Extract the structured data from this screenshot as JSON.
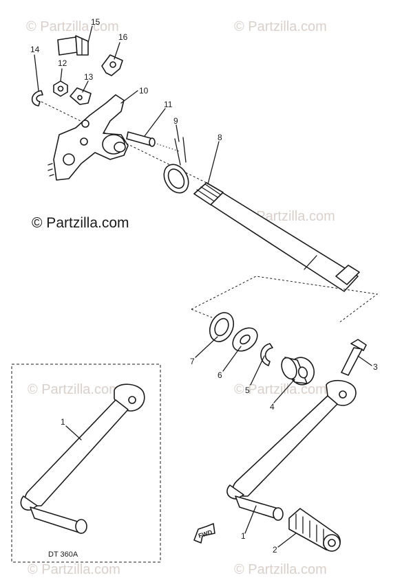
{
  "watermarks": {
    "small": "© Partzilla.com",
    "main": "© Partzilla.com"
  },
  "callouts": {
    "p1_inset": "1",
    "p1": "1",
    "p2": "2",
    "p3": "3",
    "p4": "4",
    "p5": "5",
    "p6": "6",
    "p7": "7",
    "p8": "8",
    "p9": "9",
    "p10": "10",
    "p11": "11",
    "p12": "12",
    "p13": "13",
    "p14": "14",
    "p15": "15",
    "p16": "16"
  },
  "inset": {
    "model_label": "DT 360A"
  },
  "fwd_arrow": {
    "label": "FWD"
  }
}
